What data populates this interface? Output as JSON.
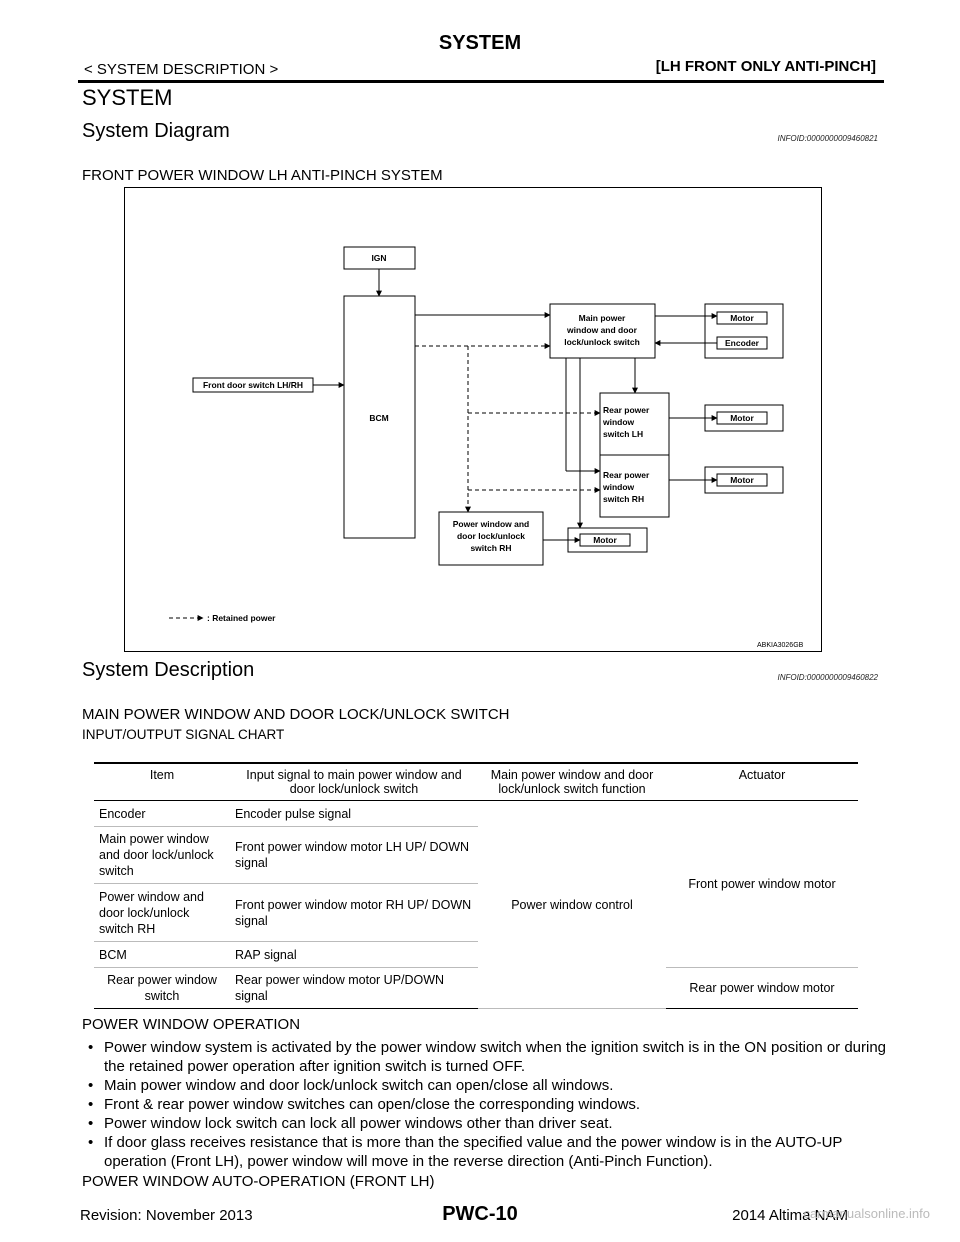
{
  "header": {
    "title": "SYSTEM",
    "left": "< SYSTEM DESCRIPTION >",
    "right": "[LH FRONT ONLY ANTI-PINCH]"
  },
  "section_title": "SYSTEM",
  "system_diagram": {
    "heading": "System  Diagram",
    "infoid": "INFOID:0000000009460821",
    "caption": "FRONT POWER WINDOW LH ANTI-PINCH SYSTEM",
    "figure_id": "ABKIA3026GB",
    "legend": ": Retained power",
    "blocks": {
      "ign": "IGN",
      "bcm": "BCM",
      "front_door_switch": "Front door switch LH/RH",
      "main_switch": [
        "Main power",
        "window and door",
        "lock/unlock switch"
      ],
      "motor": "Motor",
      "encoder": "Encoder",
      "rear_lh": [
        "Rear power",
        "window",
        "switch LH"
      ],
      "rear_rh": [
        "Rear power",
        "window",
        "switch RH"
      ],
      "pw_rh": [
        "Power window and",
        "door lock/unlock",
        "switch RH"
      ]
    }
  },
  "system_description": {
    "heading": "System Description",
    "infoid": "INFOID:0000000009460822",
    "subheading": "MAIN POWER WINDOW AND DOOR LOCK/UNLOCK SWITCH",
    "chart_title": "INPUT/OUTPUT SIGNAL CHART"
  },
  "table": {
    "headers": [
      "Item",
      "Input signal to main power window and door lock/unlock switch",
      "Main power window and door lock/unlock switch function",
      "Actuator"
    ],
    "rows": [
      [
        "Encoder",
        "Encoder pulse signal"
      ],
      [
        "Main power window and door lock/unlock switch",
        "Front power window motor LH UP/ DOWN signal"
      ],
      [
        "Power window and door lock/unlock switch RH",
        "Front power window motor RH UP/ DOWN signal"
      ],
      [
        "BCM",
        "RAP signal"
      ],
      [
        "Rear power window switch",
        "Rear power window motor UP/DOWN signal"
      ]
    ],
    "function": "Power window control",
    "actuator_front": "Front power window motor",
    "actuator_rear": "Rear power window motor"
  },
  "operation": {
    "heading": "POWER WINDOW OPERATION",
    "bullets": [
      "Power window system is activated by the power window switch when the ignition switch is in the ON position or during the retained power operation after ignition switch is turned OFF.",
      "Main power window and door lock/unlock switch can open/close all windows.",
      "Front & rear power window switches can open/close the corresponding windows.",
      "Power window lock switch can lock all power windows other than driver seat.",
      "If door glass receives resistance that is more than the specified value and the power window is in the AUTO-UP operation (Front LH), power window will move in the reverse direction (Anti-Pinch Function)."
    ],
    "auto_heading": "POWER WINDOW AUTO-OPERATION (FRONT LH)"
  },
  "footer": {
    "revision": "Revision: November 2013",
    "page": "PWC-10",
    "model": "2014 Altima NAM",
    "watermark": "carmanualsonline.info"
  }
}
